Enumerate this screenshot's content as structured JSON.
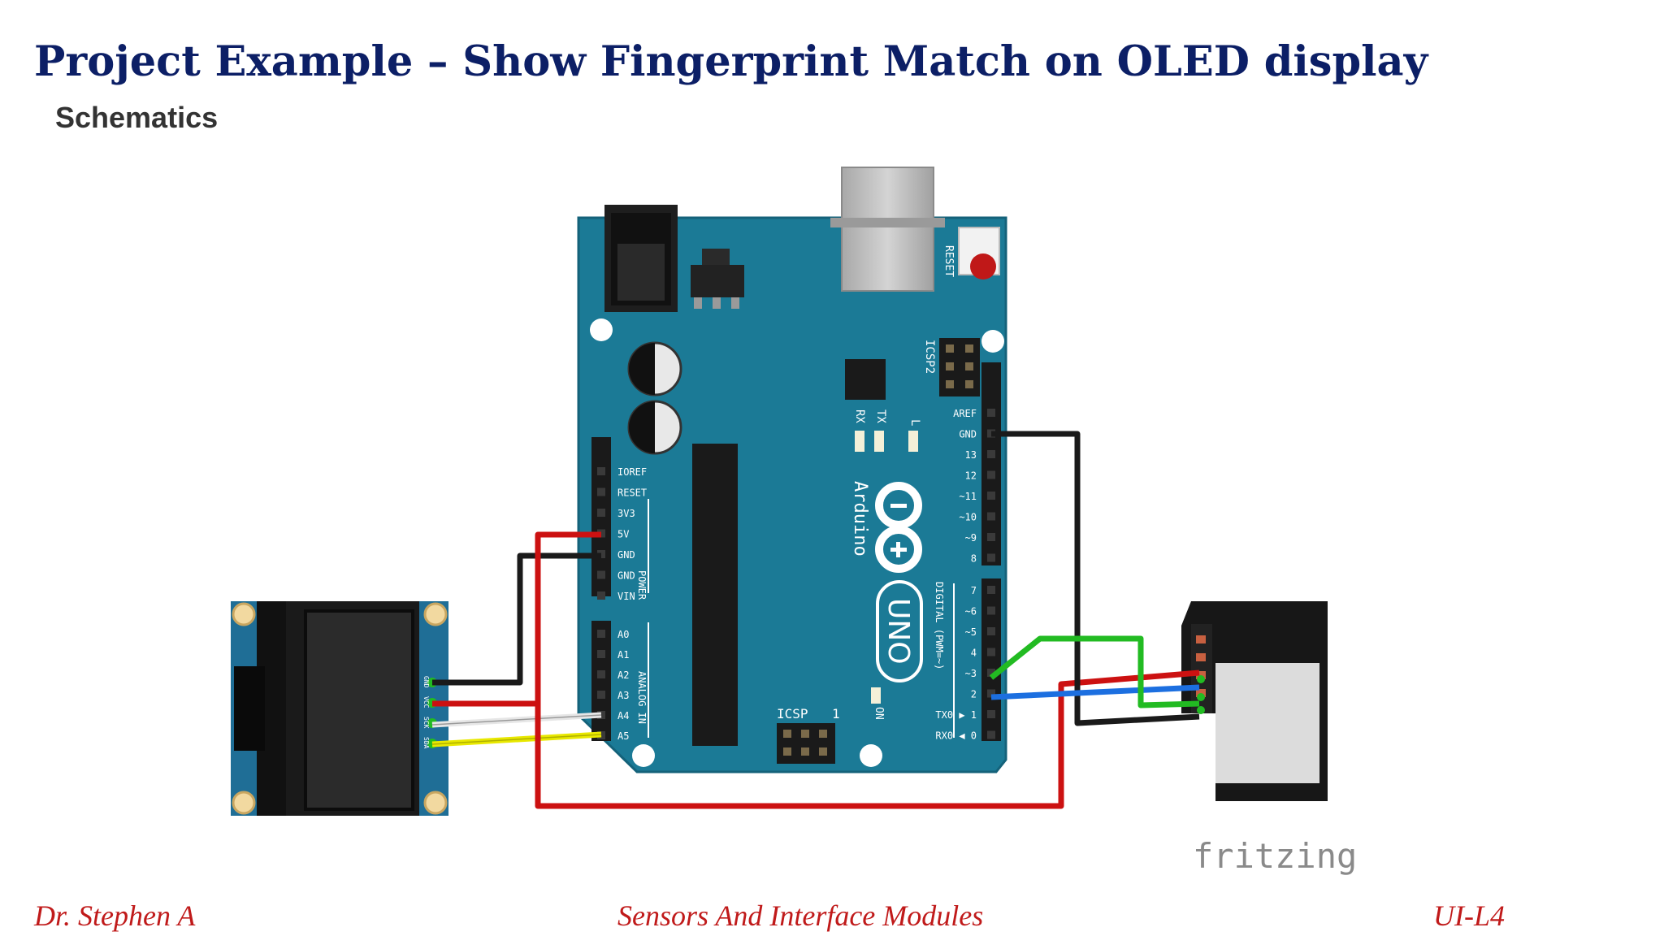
{
  "slide": {
    "title": "Project Example – Show Fingerprint Match on OLED display",
    "subtitle": "Schematics"
  },
  "board": {
    "brand": "Arduino",
    "model": "UNO",
    "reset": "RESET",
    "icsp": "ICSP",
    "icsp2": "ICSP2",
    "icsp_pin": "1",
    "tx": "TX",
    "rx": "RX",
    "l": "L",
    "on": "ON",
    "power_group": "POWER",
    "analog_group": "ANALOG IN",
    "digital_group": "DIGITAL (PWM=~)",
    "power_pins": [
      "IOREF",
      "RESET",
      "3V3",
      "5V",
      "GND",
      "GND",
      "VIN"
    ],
    "analog_pins": [
      "A0",
      "A1",
      "A2",
      "A3",
      "A4",
      "A5"
    ],
    "digital_pins_top": [
      "AREF",
      "GND",
      "13",
      "12",
      "~11",
      "~10",
      "~9",
      "8"
    ],
    "digital_pins_bottom": [
      "7",
      "~6",
      "~5",
      "4",
      "~3",
      "2",
      "TX0 ▶ 1",
      "RX0 ◀ 0"
    ]
  },
  "oled": {
    "pins": [
      "GND",
      "VCC",
      "SCK",
      "SDA"
    ]
  },
  "watermark": "fritzing",
  "footer": {
    "author": "Dr. Stephen A",
    "course": "Sensors And Interface Modules",
    "code": "UI-L4"
  },
  "colors": {
    "title": "#0c1f66",
    "board": "#1b7a96",
    "wire_power": "#cc1111",
    "wire_ground": "#1a1a1a",
    "wire_sda": "#e8e800",
    "wire_scl": "#e8e8e8",
    "wire_tx": "#1c6fe0",
    "wire_rx": "#22bb22",
    "footer": "#c01a1a"
  }
}
